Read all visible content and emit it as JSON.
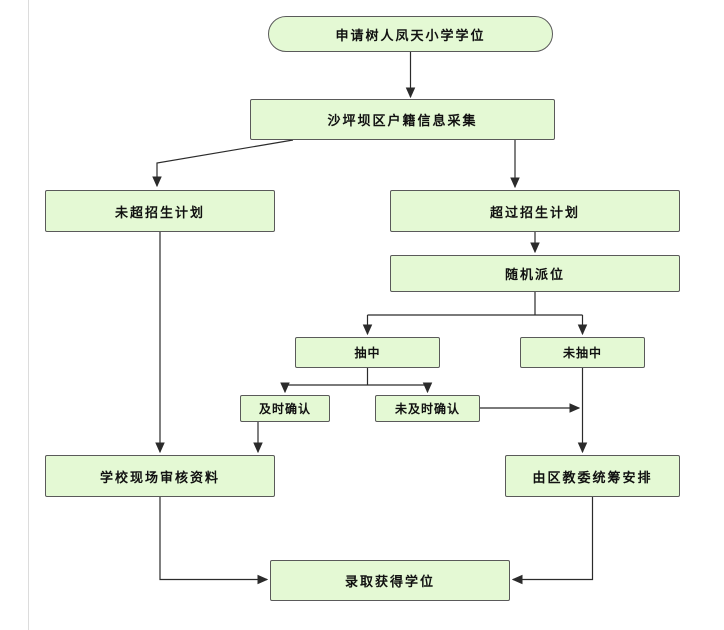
{
  "colors": {
    "page_bg": "#ffffff",
    "node_fill": "#e4f9d4",
    "node_border": "#5a5a5a",
    "connector": "#2b2b2b",
    "text": "#111111"
  },
  "nodes": {
    "start": {
      "label": "申请树人凤天小学学位"
    },
    "collect": {
      "label": "沙坪坝区户籍信息采集"
    },
    "within_plan": {
      "label": "未超招生计划"
    },
    "exceed_plan": {
      "label": "超过招生计划"
    },
    "lottery": {
      "label": "随机派位"
    },
    "drawn": {
      "label": "抽中"
    },
    "not_drawn": {
      "label": "未抽中"
    },
    "confirm_in_time": {
      "label": "及时确认"
    },
    "not_confirm_in_time": {
      "label": "未及时确认"
    },
    "onsite_review": {
      "label": "学校现场审核资料"
    },
    "committee_arrange": {
      "label": "由区教委统筹安排"
    },
    "admitted": {
      "label": "录取获得学位"
    }
  },
  "edges": [
    {
      "from": "start",
      "to": "collect"
    },
    {
      "from": "collect",
      "to": "within_plan"
    },
    {
      "from": "collect",
      "to": "exceed_plan"
    },
    {
      "from": "exceed_plan",
      "to": "lottery"
    },
    {
      "from": "lottery",
      "to": "drawn"
    },
    {
      "from": "lottery",
      "to": "not_drawn"
    },
    {
      "from": "drawn",
      "to": "confirm_in_time"
    },
    {
      "from": "drawn",
      "to": "not_confirm_in_time"
    },
    {
      "from": "not_confirm_in_time",
      "to": "committee_arrange"
    },
    {
      "from": "not_drawn",
      "to": "committee_arrange"
    },
    {
      "from": "within_plan",
      "to": "onsite_review"
    },
    {
      "from": "confirm_in_time",
      "to": "onsite_review"
    },
    {
      "from": "onsite_review",
      "to": "admitted"
    },
    {
      "from": "committee_arrange",
      "to": "admitted"
    }
  ]
}
